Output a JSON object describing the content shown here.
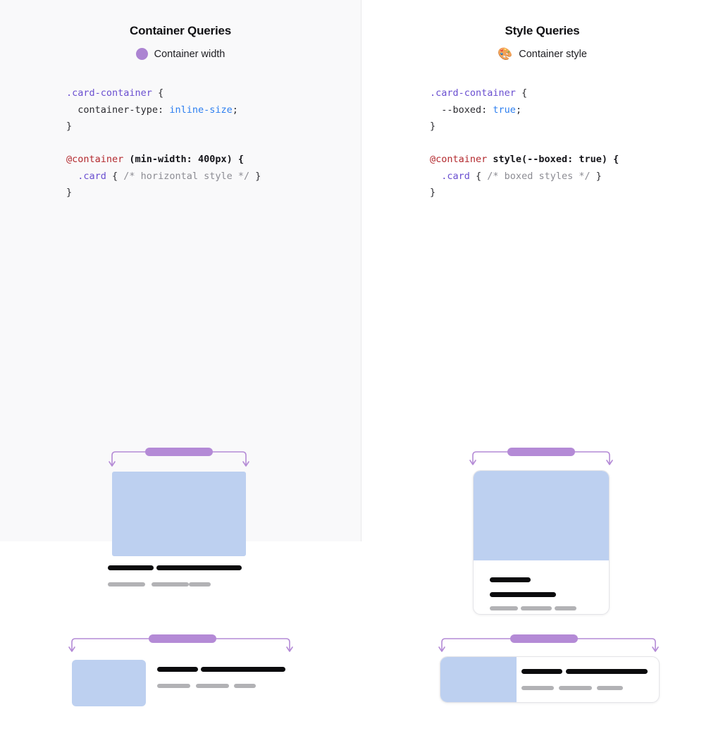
{
  "panels": [
    {
      "id": "container-queries",
      "title": "Container Queries",
      "legend": {
        "icon": "purple-dot",
        "glyph": "",
        "label": "Container width",
        "color": "#ac84d2"
      },
      "code": {
        "line1": {
          "selector": ".card-container",
          "brace": " {"
        },
        "line2": {
          "property": "  container-type",
          "colon": ": ",
          "value": "inline-size",
          "semi": ";"
        },
        "line3": "}",
        "line4": {
          "atrule": "@container",
          "condition": " (min-width: 400px) {"
        },
        "line5": {
          "selector": "  .card",
          "brace": " { ",
          "comment": "/* horizontal style */",
          "close": " }"
        },
        "line6": "}"
      },
      "diagrams": [
        {
          "id": "vertical-card",
          "kind": "stacked",
          "bracket_label": "container-width-indicator",
          "parts": [
            "media",
            "title-line-a",
            "title-line-b",
            "meta-line-a",
            "meta-line-b",
            "meta-line-c"
          ]
        },
        {
          "id": "horizontal-card",
          "kind": "horizontal",
          "bracket_label": "container-width-indicator",
          "parts": [
            "media",
            "title-line-a",
            "title-line-b",
            "meta-line-a",
            "meta-line-b",
            "meta-line-c"
          ]
        }
      ]
    },
    {
      "id": "style-queries",
      "title": "Style Queries",
      "legend": {
        "icon": "palette-emoji",
        "glyph": "🎨",
        "label": "Container style",
        "color": "#e0a43a"
      },
      "code": {
        "line1": {
          "selector": ".card-container",
          "brace": " {"
        },
        "line2": {
          "property": "  --boxed",
          "colon": ": ",
          "value": "true",
          "semi": ";"
        },
        "line3": "}",
        "line4": {
          "atrule": "@container",
          "condition": " style(--boxed: true) {"
        },
        "line5": {
          "selector": "  .card",
          "brace": " { ",
          "comment": "/* boxed styles */",
          "close": " }"
        },
        "line6": "}"
      },
      "diagrams": [
        {
          "id": "boxed-vertical-card",
          "kind": "stacked-boxed",
          "bracket_label": "container-style-indicator",
          "parts": [
            "media",
            "title-line-a",
            "title-line-b",
            "meta-line-a",
            "meta-line-b",
            "meta-line-c"
          ]
        },
        {
          "id": "boxed-horizontal-card",
          "kind": "horizontal-boxed",
          "bracket_label": "container-style-indicator",
          "parts": [
            "media",
            "title-line-a",
            "title-line-b",
            "meta-line-a",
            "meta-line-b",
            "meta-line-c"
          ]
        }
      ]
    }
  ],
  "colors": {
    "accent_purple": "#b48ad6",
    "media_blue": "#bdd0f0",
    "text_black": "#0b0b0d",
    "text_gray": "#b2b2b5",
    "panel_left_bg": "#f9f9fa",
    "panel_right_bg": "#ffffff",
    "divider": "#e8e8ea",
    "code_selector": "#6a4fd0",
    "code_value": "#2d7ff0",
    "code_atrule": "#b3292e",
    "code_comment": "#8c8c93"
  }
}
